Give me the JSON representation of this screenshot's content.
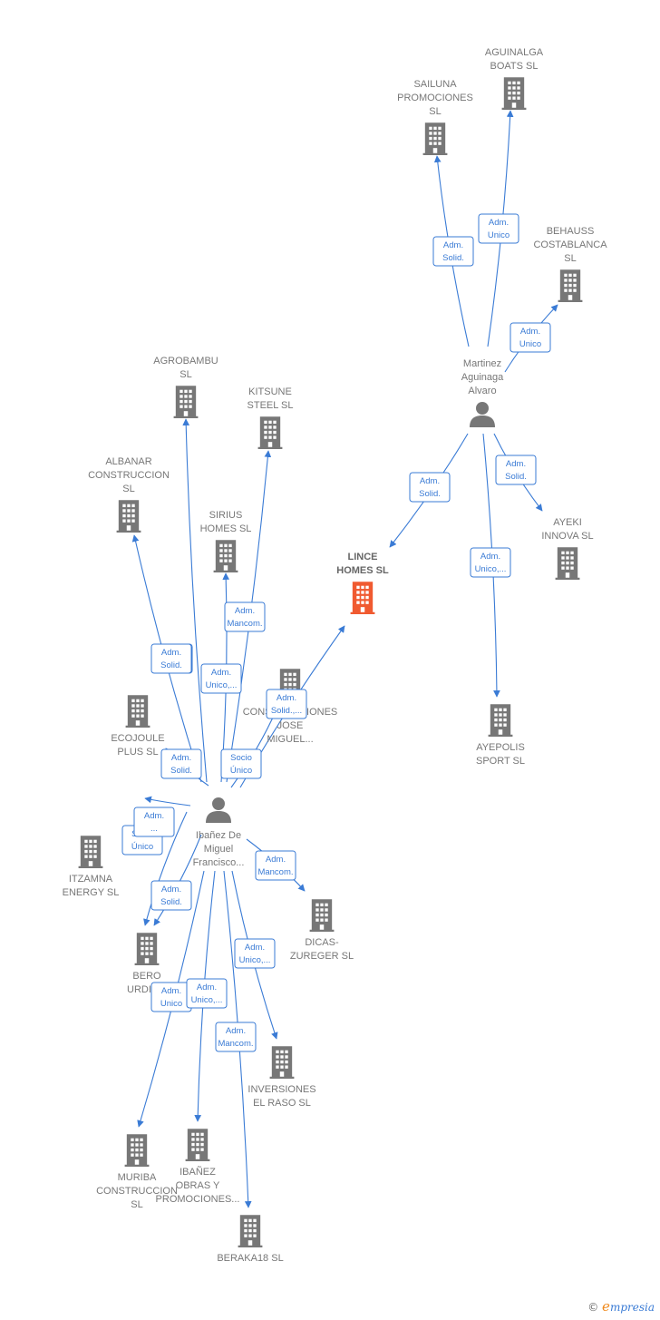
{
  "colors": {
    "edge": "#3a7bd5",
    "company": "#777777",
    "focus": "#f05a30",
    "person": "#777777"
  },
  "nodes": [
    {
      "id": "aguinalga",
      "kind": "company",
      "lines": [
        "AGUINALGA",
        "BOATS  SL"
      ]
    },
    {
      "id": "sailuna",
      "kind": "company",
      "lines": [
        "SAILUNA",
        "PROMOCIONES",
        "SL"
      ]
    },
    {
      "id": "behauss",
      "kind": "company",
      "lines": [
        "BEHAUSS",
        "COSTABLANCA",
        "SL"
      ]
    },
    {
      "id": "martinez",
      "kind": "person",
      "lines": [
        "Martinez",
        "Aguinaga",
        "Alvaro"
      ]
    },
    {
      "id": "ayeki",
      "kind": "company",
      "lines": [
        "AYEKI",
        "INNOVA SL"
      ]
    },
    {
      "id": "ayepolis",
      "kind": "company",
      "lines": [
        "AYEPOLIS",
        "SPORT SL"
      ]
    },
    {
      "id": "lince",
      "kind": "focus",
      "lines": [
        "LINCE",
        "HOMES  SL"
      ]
    },
    {
      "id": "agrobambu",
      "kind": "company",
      "lines": [
        "AGROBAMBU",
        "SL"
      ]
    },
    {
      "id": "kitsune",
      "kind": "company",
      "lines": [
        "KITSUNE",
        "STEEL  SL"
      ]
    },
    {
      "id": "albanar",
      "kind": "company",
      "lines": [
        "ALBANAR",
        "CONSTRUCCION",
        "SL"
      ]
    },
    {
      "id": "sirius",
      "kind": "company",
      "lines": [
        "SIRIUS",
        "HOMES  SL"
      ]
    },
    {
      "id": "construcciones",
      "kind": "company",
      "lines": [
        "CONSTRUCCIONES",
        "JOSE",
        "MIGUEL..."
      ]
    },
    {
      "id": "ecojoule",
      "kind": "company",
      "lines": [
        "ECOJOULE",
        "PLUS  SL"
      ]
    },
    {
      "id": "ibanez",
      "kind": "person",
      "lines": [
        "Ibañez De",
        "Miguel",
        "Francisco..."
      ]
    },
    {
      "id": "itzamna",
      "kind": "company",
      "lines": [
        "ITZAMNA",
        "ENERGY  SL"
      ]
    },
    {
      "id": "dicas",
      "kind": "company",
      "lines": [
        "DICAS-",
        "ZUREGER  SL"
      ]
    },
    {
      "id": "bero",
      "kind": "company",
      "lines": [
        "BERO",
        "URDIN..."
      ]
    },
    {
      "id": "inversiones",
      "kind": "company",
      "lines": [
        "INVERSIONES",
        "EL RASO SL"
      ]
    },
    {
      "id": "muriba",
      "kind": "company",
      "lines": [
        "MURIBA",
        "CONSTRUCCION",
        "SL"
      ]
    },
    {
      "id": "ibanez_obras",
      "kind": "company",
      "lines": [
        "IBAÑEZ",
        "OBRAS Y",
        "PROMOCIONES..."
      ]
    },
    {
      "id": "beraka",
      "kind": "company",
      "lines": [
        "BERAKA18  SL"
      ]
    }
  ],
  "edges": [
    {
      "from": "martinez",
      "to": "sailuna",
      "label": [
        "Adm.",
        "Solid."
      ]
    },
    {
      "from": "martinez",
      "to": "aguinalga",
      "label": [
        "Adm.",
        "Unico"
      ]
    },
    {
      "from": "martinez",
      "to": "behauss",
      "label": [
        "Adm.",
        "Unico"
      ]
    },
    {
      "from": "martinez",
      "to": "lince",
      "label": [
        "Adm.",
        "Solid."
      ]
    },
    {
      "from": "martinez",
      "to": "ayeki",
      "label": [
        "Adm.",
        "Solid."
      ]
    },
    {
      "from": "martinez",
      "to": "ayepolis",
      "label": [
        "Adm.",
        "Unico,..."
      ]
    },
    {
      "from": "ibanez",
      "to": "agrobambu",
      "label": [
        "Adm.",
        "Solid."
      ]
    },
    {
      "from": "ibanez",
      "to": "kitsune",
      "label": [
        "Adm.",
        "Mancom."
      ]
    },
    {
      "from": "ibanez",
      "to": "albanar",
      "label": [
        "Adm.",
        "Solid."
      ]
    },
    {
      "from": "ibanez",
      "to": "sirius",
      "label": [
        "Adm.",
        "Unico,..."
      ]
    },
    {
      "from": "ibanez",
      "to": "lince",
      "label": [
        "Adm.",
        "Solid.,..."
      ]
    },
    {
      "from": "ibanez",
      "to": "construcciones",
      "label": [
        "Socio",
        "Único"
      ]
    },
    {
      "from": "ibanez",
      "to": "ecojoule",
      "label": [
        "Adm.",
        "Solid."
      ]
    },
    {
      "from": "ibanez",
      "to": "bero",
      "label": [
        "Adm.",
        "Solid."
      ]
    },
    {
      "from": "ibanez",
      "to": "bero",
      "label": [
        "Socio",
        "Único"
      ]
    },
    {
      "from": "ibanez",
      "to": "dicas",
      "label": [
        "Adm.",
        "Mancom."
      ]
    },
    {
      "from": "ibanez",
      "to": "inversiones",
      "label": [
        "Adm.",
        "Unico,..."
      ]
    },
    {
      "from": "ibanez",
      "to": "muriba",
      "label": [
        "Adm.",
        "Unico"
      ]
    },
    {
      "from": "ibanez",
      "to": "ibanez_obras",
      "label": [
        "Adm.",
        "Unico,..."
      ]
    },
    {
      "from": "ibanez",
      "to": "beraka",
      "label": [
        "Adm.",
        "Mancom."
      ]
    },
    {
      "from": "ibanez",
      "to": "ecojoule",
      "label": [
        "Adm.",
        "..."
      ]
    }
  ],
  "brand": {
    "symbol": "©",
    "initial": "e",
    "rest": "mpresia"
  }
}
